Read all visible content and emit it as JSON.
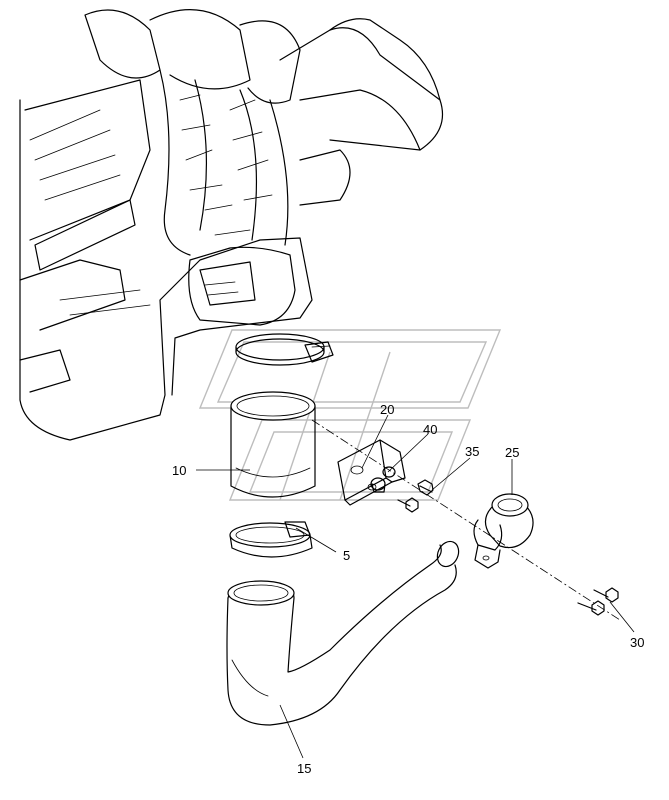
{
  "callouts": {
    "c5": "5",
    "c10": "10",
    "c15": "15",
    "c20": "20",
    "c25": "25",
    "c30": "30",
    "c35": "35",
    "c40": "40"
  },
  "colors": {
    "line": "#000000",
    "watermark": "#bdbdbd",
    "background": "#ffffff"
  }
}
